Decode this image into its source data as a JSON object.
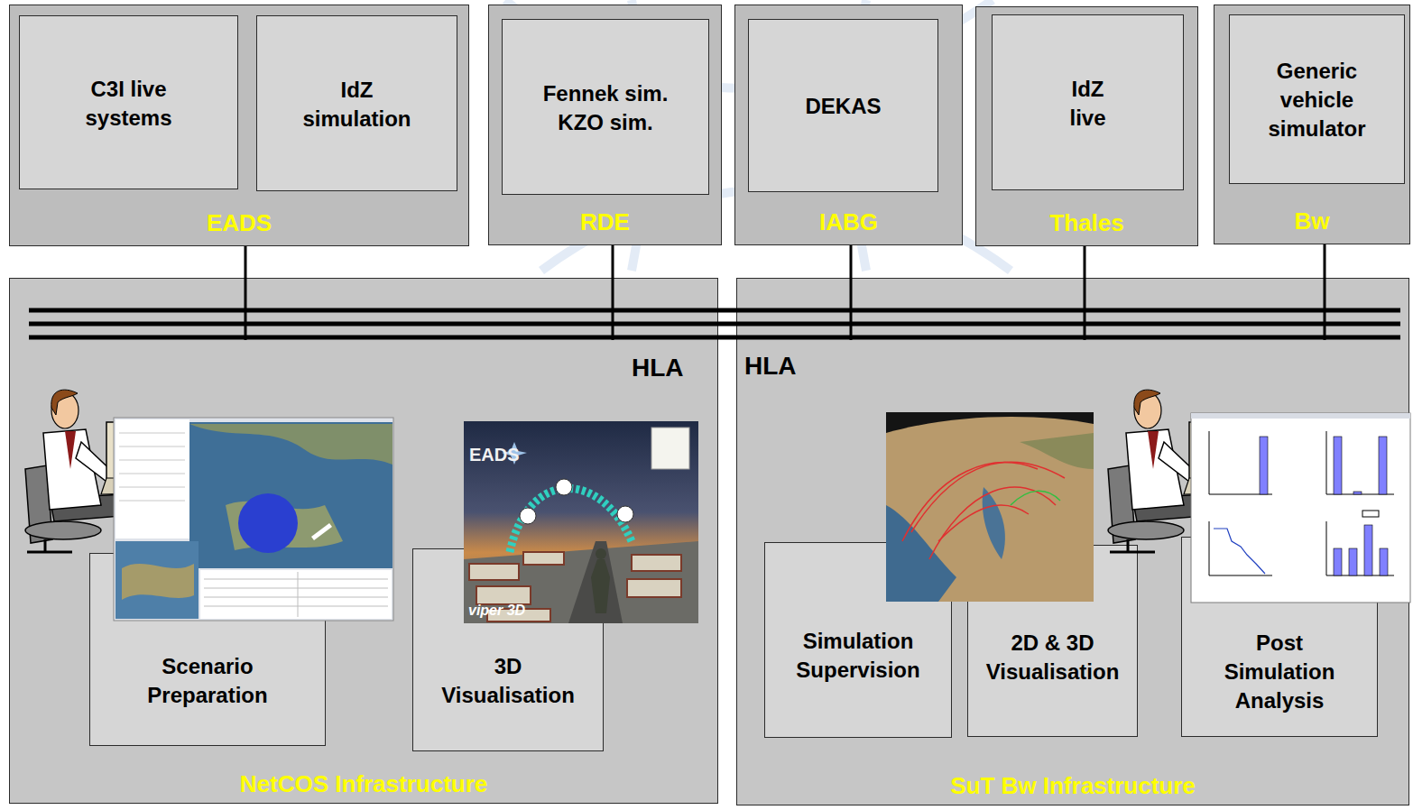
{
  "diagram": {
    "nodes": [
      {
        "text": [
          "EADS"
        ]
      },
      {
        "text": [
          "C3I live systems"
        ],
        "in": 0
      },
      {
        "text": [
          "IdZ simulation"
        ],
        "in": 0
      },
      {
        "text": [
          "RDE"
        ]
      },
      {
        "text": [
          "Fennek sim. KZO sim."
        ],
        "in": 3
      },
      {
        "text": [
          "IABG"
        ]
      },
      {
        "text": [
          "DEKAS"
        ],
        "in": 5
      },
      {
        "text": [
          "Thales"
        ]
      },
      {
        "text": [
          "IdZ live"
        ],
        "in": 7
      },
      {
        "text": [
          "Bw"
        ]
      },
      {
        "text": [
          "Generic vehicle simulator"
        ],
        "in": 9
      },
      {
        "text": [
          "NetCOS Infrastructure"
        ]
      },
      {
        "text": [
          "Scenario Preparation"
        ],
        "in": 11
      },
      {
        "text": [
          "3D Visualisation"
        ],
        "in": 11
      },
      {
        "text": [
          "SuT Bw Infrastructure"
        ]
      },
      {
        "text": [
          "Simulation Supervision"
        ],
        "in": 14
      },
      {
        "text": [
          "2D & 3D Visualisation"
        ],
        "in": 14
      },
      {
        "text": [
          "Post Simulation Analysis"
        ],
        "in": 14
      }
    ],
    "edges": [
      {
        "from": 0,
        "to": 11,
        "arrow": "none"
      },
      {
        "from": 3,
        "to": 11,
        "arrow": "none"
      },
      {
        "from": 5,
        "to": 14,
        "arrow": "none"
      },
      {
        "from": 7,
        "to": 14,
        "arrow": "none"
      },
      {
        "from": 9,
        "to": 14,
        "arrow": "none"
      }
    ],
    "labels": [
      "HLA",
      "HLA",
      "EADS",
      "viper 3D"
    ]
  }
}
